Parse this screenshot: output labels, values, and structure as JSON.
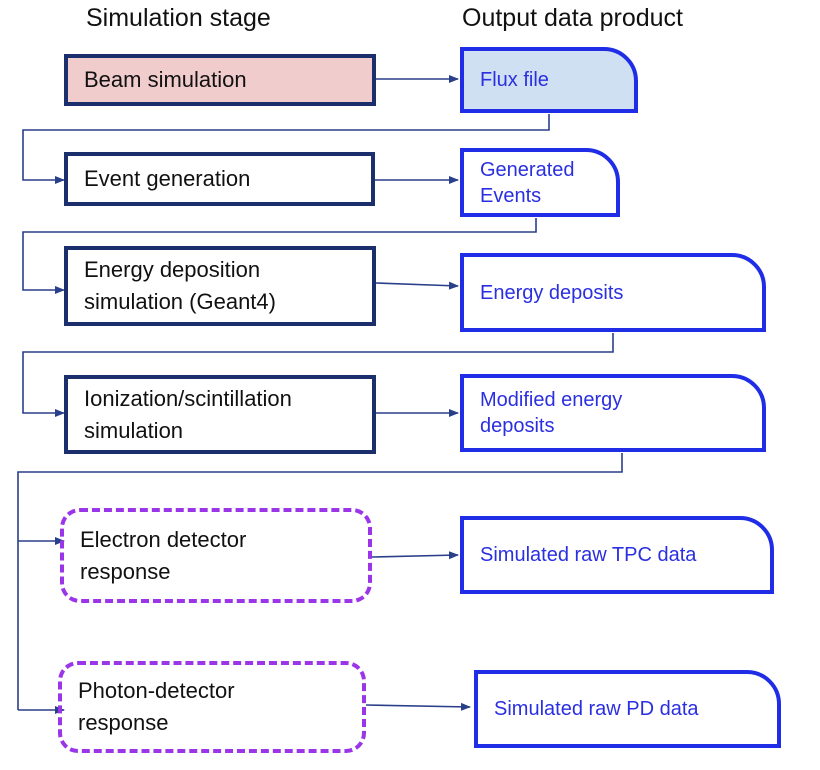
{
  "headers": {
    "stage": "Simulation stage",
    "output": "Output data product"
  },
  "stages": [
    {
      "label": "Beam simulation"
    },
    {
      "label": "Event generation"
    },
    {
      "label": "Energy deposition\nsimulation (Geant4)"
    },
    {
      "label": "Ionization/scintillation\nsimulation"
    },
    {
      "label": "Electron detector\nresponse"
    },
    {
      "label": "Photon-detector\nresponse"
    }
  ],
  "outputs": [
    {
      "label": "Flux file"
    },
    {
      "label": "Generated\nEvents"
    },
    {
      "label": "Energy deposits"
    },
    {
      "label": "Modified energy\ndeposits"
    },
    {
      "label": "Simulated raw TPC data"
    },
    {
      "label": "Simulated raw PD data"
    }
  ],
  "colors": {
    "stage_border": "#1a2f6b",
    "beam_fill": "#f1cccc",
    "output_border": "#1f2de6",
    "flux_fill": "#cfe0f2",
    "output_text": "#2a2fe0",
    "detector_dash": "#9b35e8",
    "connector": "#2a3f8a"
  }
}
